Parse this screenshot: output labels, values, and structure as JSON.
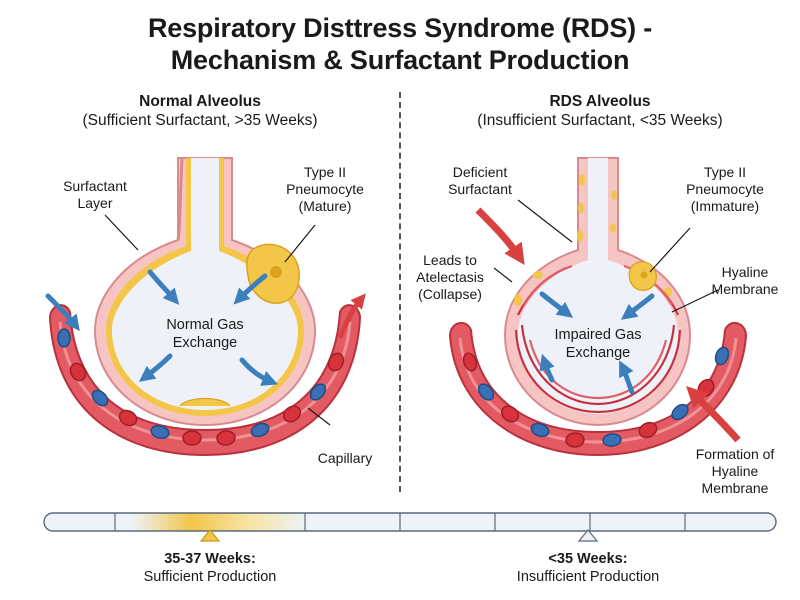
{
  "title": {
    "line1": "Respiratory Disttress Syndrome (RDS) -",
    "line2": "Mechanism & Surfactant Production"
  },
  "left_panel": {
    "heading": "Normal Alveolus",
    "subheading": "(Sufficient Surfactant, >35 Weeks)",
    "labels": {
      "surfactant_layer": [
        "Surfactant",
        "Layer"
      ],
      "type2": [
        "Type II",
        "Pneumocyte",
        "(Mature)"
      ],
      "center": [
        "Normal Gas",
        "Exchange"
      ],
      "capillary": "Capillary"
    }
  },
  "right_panel": {
    "heading": "RDS Alveolus",
    "subheading": "(Insufficient Surfactant, <35 Weeks)",
    "labels": {
      "deficient": [
        "Deficient",
        "Surfactant"
      ],
      "atelectasis": [
        "Leads to",
        "Atelectasis",
        "(Collapse)"
      ],
      "type2": [
        "Type II",
        "Pneumocyte",
        "(Immature)"
      ],
      "hyaline": [
        "Hyaline",
        "Membrane"
      ],
      "center": [
        "Impaired Gas",
        "Exchange"
      ],
      "formation": [
        "Formation of",
        "Hyaline",
        "Membrane"
      ]
    }
  },
  "timeline": {
    "left": {
      "weeks": "35-37 Weeks:",
      "text": "Sufficient Production"
    },
    "right": {
      "weeks": "<35 Weeks:",
      "text": "Insufficient Production"
    }
  },
  "colors": {
    "surfactant": "#f3c64a",
    "wall": "#e58a8f",
    "lumen": "#f2f5fa",
    "vessel": "#e14a57",
    "arrow_blue": "#3d7fbd",
    "arrow_red": "#d94040",
    "rbc_red": "#d8323c",
    "rbc_blue": "#3a6fb5"
  }
}
